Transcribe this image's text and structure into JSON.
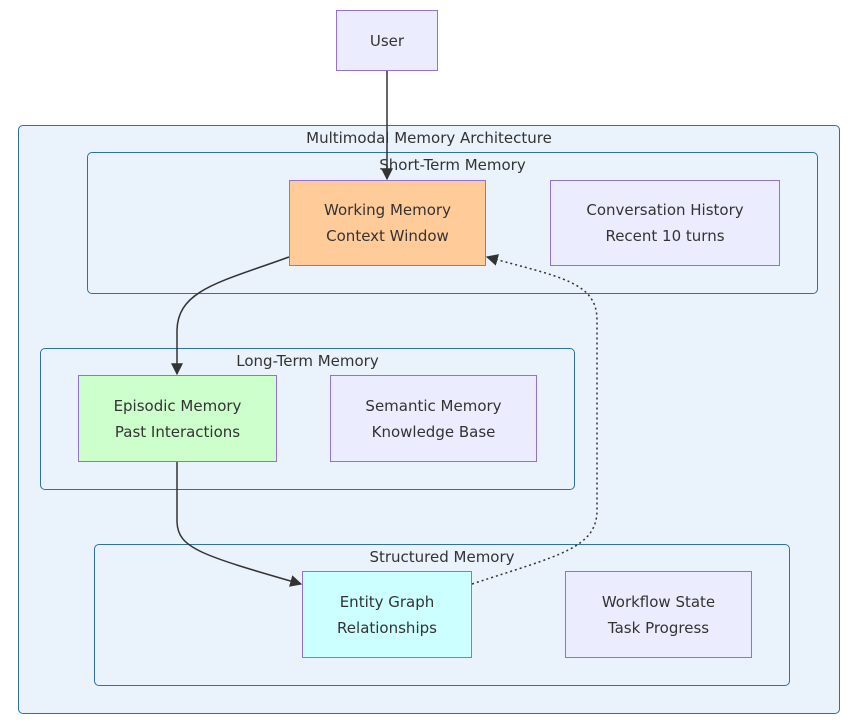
{
  "diagram": {
    "user_node": {
      "label": "User"
    },
    "outer_cluster": {
      "title": "Multimodal Memory Architecture"
    },
    "short_term": {
      "title": "Short-Term Memory",
      "working_memory": {
        "line1": "Working Memory",
        "line2": "Context Window",
        "fill": "#ffcc99"
      },
      "conversation_history": {
        "line1": "Conversation History",
        "line2": "Recent 10 turns",
        "fill": "#ececff"
      }
    },
    "long_term": {
      "title": "Long-Term Memory",
      "episodic": {
        "line1": "Episodic Memory",
        "line2": "Past Interactions",
        "fill": "#ccffcc"
      },
      "semantic": {
        "line1": "Semantic Memory",
        "line2": "Knowledge Base",
        "fill": "#ececff"
      }
    },
    "structured": {
      "title": "Structured Memory",
      "entity_graph": {
        "line1": "Entity Graph",
        "line2": "Relationships",
        "fill": "#ccffff"
      },
      "workflow_state": {
        "line1": "Workflow State",
        "line2": "Task Progress",
        "fill": "#ececff"
      }
    },
    "edges": [
      {
        "from": "User",
        "to": "Working Memory",
        "style": "solid"
      },
      {
        "from": "Working Memory",
        "to": "Episodic Memory",
        "style": "solid"
      },
      {
        "from": "Episodic Memory",
        "to": "Entity Graph",
        "style": "solid"
      },
      {
        "from": "Entity Graph",
        "to": "Working Memory",
        "style": "dotted"
      }
    ],
    "colors": {
      "cluster_fill": "#eaf2fb",
      "cluster_border": "#2f6fa7",
      "node_border": "#9370db",
      "edge": "#333333"
    }
  }
}
